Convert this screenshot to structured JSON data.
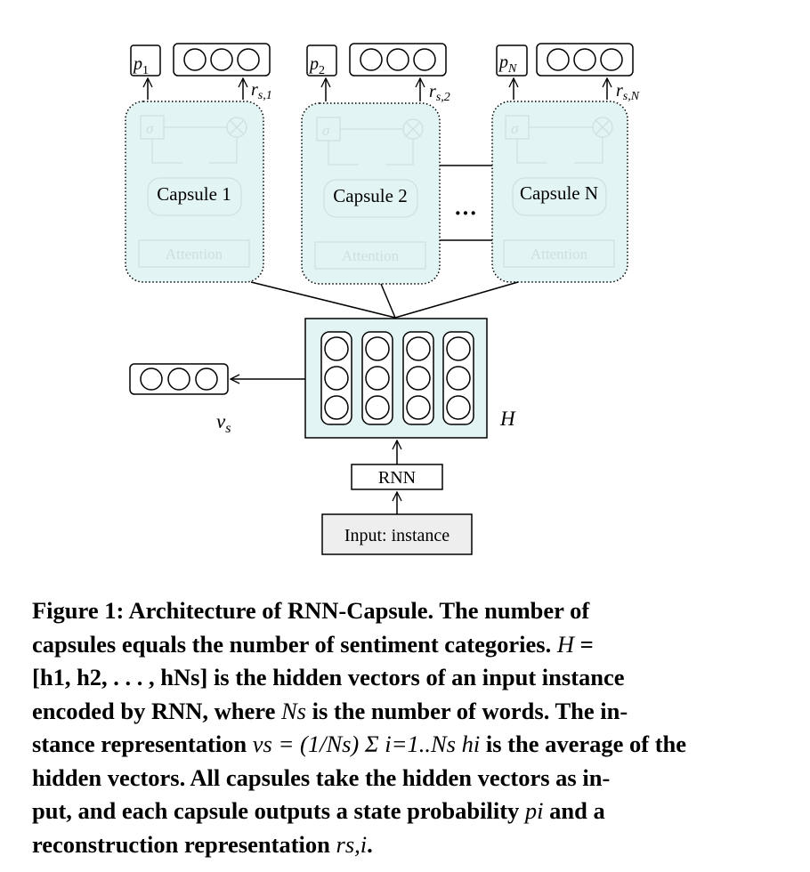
{
  "capsules": [
    {
      "name": "Capsule 1",
      "prob_label": "p",
      "prob_sub": "1",
      "recon_label": "r",
      "recon_sub": "s,1",
      "inner_label": "Attention",
      "gate_label": "σ"
    },
    {
      "name": "Capsule 2",
      "prob_label": "p",
      "prob_sub": "2",
      "recon_label": "r",
      "recon_sub": "s,2",
      "inner_label": "Attention",
      "gate_label": "σ"
    },
    {
      "name": "Capsule N",
      "prob_label": "p",
      "prob_sub": "N",
      "recon_label": "r",
      "recon_sub": "s,N",
      "inner_label": "Attention",
      "gate_label": "σ"
    }
  ],
  "ellipsis": "···",
  "hidden_matrix_label": "H",
  "instance_vector_label": "v",
  "instance_vector_sub": "s",
  "rnn_label": "RNN",
  "input_label": "Input: instance",
  "colors": {
    "capsule_fill": "#e3f4f4",
    "matrix_fill": "#e3f4f4",
    "input_fill": "#eeeeee",
    "stroke": "#000000"
  },
  "caption": {
    "lines": [
      [
        "Figure 1: Architecture of RNN-Capsule. The number of"
      ],
      [
        "capsules equals the number of sentiment categories. ",
        "H",
        " ="
      ],
      [
        "[h1, h2, . . . , hNs] is the hidden vectors of an input instance"
      ],
      [
        "encoded by RNN, where ",
        "Ns",
        " is the number of words. The in-"
      ],
      [
        "stance representation ",
        "vs = (1/Ns) Σ i=1..Ns hi",
        " is the average of the"
      ],
      [
        "hidden vectors. All capsules take the hidden vectors as in-"
      ],
      [
        "put, and each capsule outputs a state probability ",
        "pi",
        " and a"
      ],
      [
        "reconstruction representation ",
        "rs,i",
        "."
      ]
    ]
  }
}
